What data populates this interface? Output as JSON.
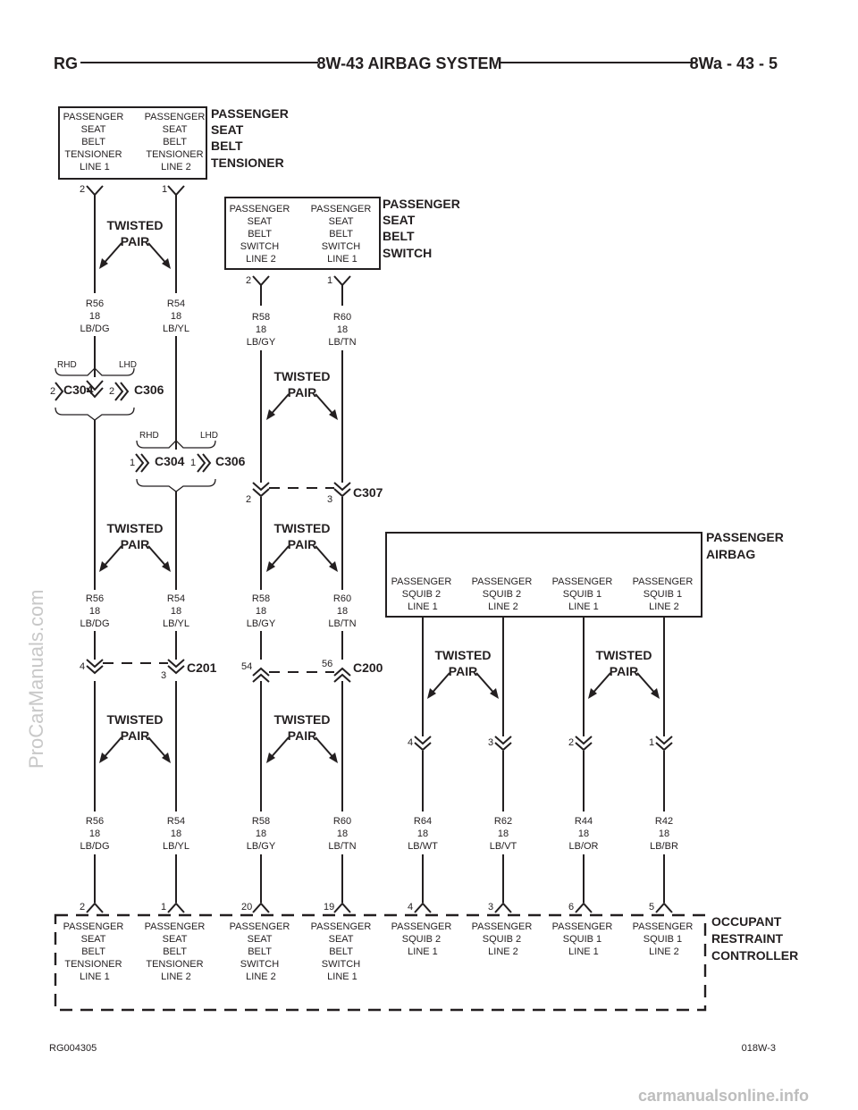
{
  "header": {
    "left": "RG",
    "center": "8W-43 AIRBAG SYSTEM",
    "right": "8Wa - 43 - 5"
  },
  "watermark": "ProCarManuals.com",
  "footer": {
    "figure_id": "RG004305",
    "code": "018W-3",
    "site": "carmanualsonline.info"
  },
  "twisted_pair_label": [
    "TWISTED",
    "PAIR"
  ],
  "tensioner": {
    "name": [
      "PASSENGER",
      "SEAT",
      "BELT",
      "TENSIONER"
    ],
    "circuits": [
      {
        "lines": [
          "PASSENGER",
          "SEAT",
          "BELT",
          "TENSIONER",
          "LINE 1"
        ],
        "pin": "2"
      },
      {
        "lines": [
          "PASSENGER",
          "SEAT",
          "BELT",
          "TENSIONER",
          "LINE 2"
        ],
        "pin": "1"
      }
    ]
  },
  "seat_switch": {
    "name": [
      "PASSENGER",
      "SEAT",
      "BELT",
      "SWITCH"
    ],
    "circuits": [
      {
        "lines": [
          "PASSENGER",
          "SEAT",
          "BELT",
          "SWITCH",
          "LINE 2"
        ],
        "pin": "2"
      },
      {
        "lines": [
          "PASSENGER",
          "SEAT",
          "BELT",
          "SWITCH",
          "LINE 1"
        ],
        "pin": "1"
      }
    ]
  },
  "airbag": {
    "name": [
      "PASSENGER",
      "AIRBAG"
    ],
    "circuits": [
      {
        "lines": [
          "PASSENGER",
          "SQUIB 2",
          "LINE 1"
        ],
        "pin": "4"
      },
      {
        "lines": [
          "PASSENGER",
          "SQUIB 2",
          "LINE 2"
        ],
        "pin": "3"
      },
      {
        "lines": [
          "PASSENGER",
          "SQUIB 1",
          "LINE 1"
        ],
        "pin": "2"
      },
      {
        "lines": [
          "PASSENGER",
          "SQUIB 1",
          "LINE 2"
        ],
        "pin": "1"
      }
    ]
  },
  "controller": {
    "name": [
      "OCCUPANT",
      "RESTRAINT",
      "CONTROLLER"
    ],
    "circuits": [
      {
        "pin": "2",
        "lines": [
          "PASSENGER",
          "SEAT",
          "BELT",
          "TENSIONER",
          "LINE 1"
        ]
      },
      {
        "pin": "1",
        "lines": [
          "PASSENGER",
          "SEAT",
          "BELT",
          "TENSIONER",
          "LINE 2"
        ]
      },
      {
        "pin": "20",
        "lines": [
          "PASSENGER",
          "SEAT",
          "BELT",
          "SWITCH",
          "LINE 2"
        ]
      },
      {
        "pin": "19",
        "lines": [
          "PASSENGER",
          "SEAT",
          "BELT",
          "SWITCH",
          "LINE 1"
        ]
      },
      {
        "pin": "4",
        "lines": [
          "PASSENGER",
          "SQUIB 2",
          "LINE 1"
        ]
      },
      {
        "pin": "3",
        "lines": [
          "PASSENGER",
          "SQUIB 2",
          "LINE 2"
        ]
      },
      {
        "pin": "6",
        "lines": [
          "PASSENGER",
          "SQUIB 1",
          "LINE 1"
        ]
      },
      {
        "pin": "5",
        "lines": [
          "PASSENGER",
          "SQUIB 1",
          "LINE 2"
        ]
      }
    ]
  },
  "wire_labels": [
    [
      "R56",
      "18",
      "LB/DG"
    ],
    [
      "R54",
      "18",
      "LB/YL"
    ],
    [
      "R58",
      "18",
      "LB/GY"
    ],
    [
      "R60",
      "18",
      "LB/TN"
    ],
    [
      "R56",
      "18",
      "LB/DG"
    ],
    [
      "R54",
      "18",
      "LB/YL"
    ],
    [
      "R58",
      "18",
      "LB/GY"
    ],
    [
      "R60",
      "18",
      "LB/TN"
    ],
    [
      "R56",
      "18",
      "LB/DG"
    ],
    [
      "R54",
      "18",
      "LB/YL"
    ],
    [
      "R58",
      "18",
      "LB/GY"
    ],
    [
      "R60",
      "18",
      "LB/TN"
    ],
    [
      "R64",
      "18",
      "LB/WT"
    ],
    [
      "R62",
      "18",
      "LB/VT"
    ],
    [
      "R44",
      "18",
      "LB/OR"
    ],
    [
      "R42",
      "18",
      "LB/BR"
    ]
  ],
  "connectors": {
    "rhd_lhd_1": {
      "rhd": "RHD",
      "lhd": "LHD",
      "a_pin": "2",
      "a_name": "C304",
      "b_pin": "2",
      "b_name": "C306"
    },
    "rhd_lhd_2": {
      "rhd": "RHD",
      "lhd": "LHD",
      "a_pin": "1",
      "a_name": "C304",
      "b_pin": "1",
      "b_name": "C306"
    },
    "c307": {
      "name": "C307",
      "pin_a": "2",
      "pin_b": "3"
    },
    "c201": {
      "name": "C201",
      "pin_a": "4",
      "pin_b": "3"
    },
    "c200": {
      "name": "C200",
      "pin_a": "54",
      "pin_b": "56"
    }
  }
}
